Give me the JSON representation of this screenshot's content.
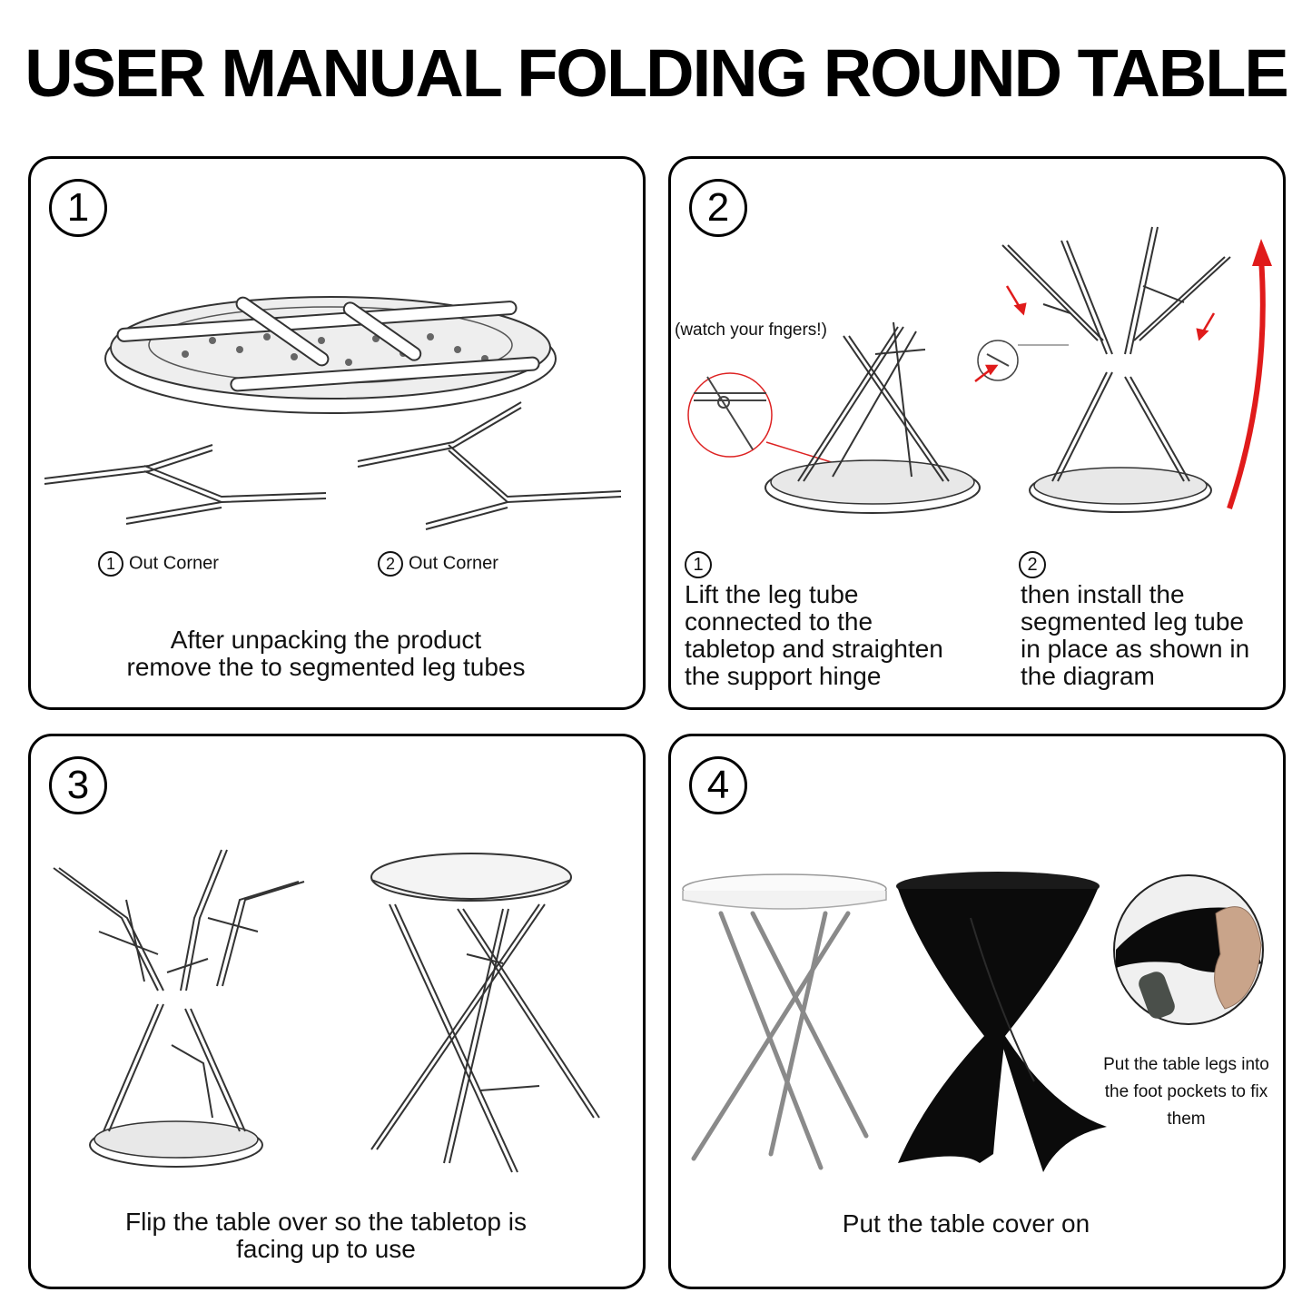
{
  "title": "USER MANUAL FOLDING ROUND TABLE",
  "steps": [
    {
      "number": "1",
      "labels": [
        {
          "num": "1",
          "text": "Out Corner"
        },
        {
          "num": "2",
          "text": "Out Corner"
        }
      ],
      "caption_lines": [
        "After unpacking the product",
        "remove the to segmented leg tubes"
      ]
    },
    {
      "number": "2",
      "warning": "(watch your fngers!)",
      "substeps": [
        {
          "num": "1",
          "lines": [
            "Lift the leg tube",
            "connected to the",
            "tabletop and straighten",
            "the support hinge"
          ]
        },
        {
          "num": "2",
          "lines": [
            "then install the",
            "segmented leg tube",
            "in place as shown in",
            "the diagram"
          ]
        }
      ]
    },
    {
      "number": "3",
      "caption_lines": [
        "Flip the table over so the tabletop is",
        "facing up to use"
      ]
    },
    {
      "number": "4",
      "side_note_lines": [
        "Put the table legs into",
        "the foot pockets to fix",
        "them"
      ],
      "caption_lines": [
        "Put the table cover on"
      ]
    }
  ],
  "colors": {
    "arrow": "#e01b1b",
    "cover": "#0b0b0b",
    "line": "#3a3a3a"
  }
}
